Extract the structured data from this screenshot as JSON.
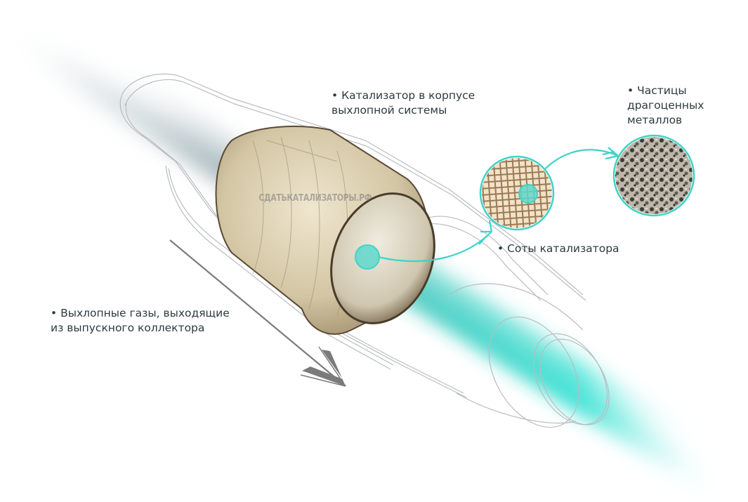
{
  "labels": {
    "catalyst_line1": "• Катализатор в корпусе",
    "catalyst_line2": "выхлопной системы",
    "particles_line1": "• Частицы",
    "particles_line2": "драгоценных",
    "particles_line3": "металлов",
    "honeycomb": "• Соты катализатора",
    "exhaust_line1": "• Выхлопные газы, выходящие",
    "exhaust_line2": "из выпускного коллектора"
  },
  "watermark": "СДАТЬКАТАЛИЗАТОРЫ.РФ",
  "colors": {
    "accent": "#3fd3c8",
    "accent_dark": "#2bbfb4",
    "text": "#2d3a3f",
    "outline": "#b9bcbf",
    "arrow": "#7b7b7b",
    "core": "#d8ccae",
    "core_edge": "#5a4a36"
  }
}
